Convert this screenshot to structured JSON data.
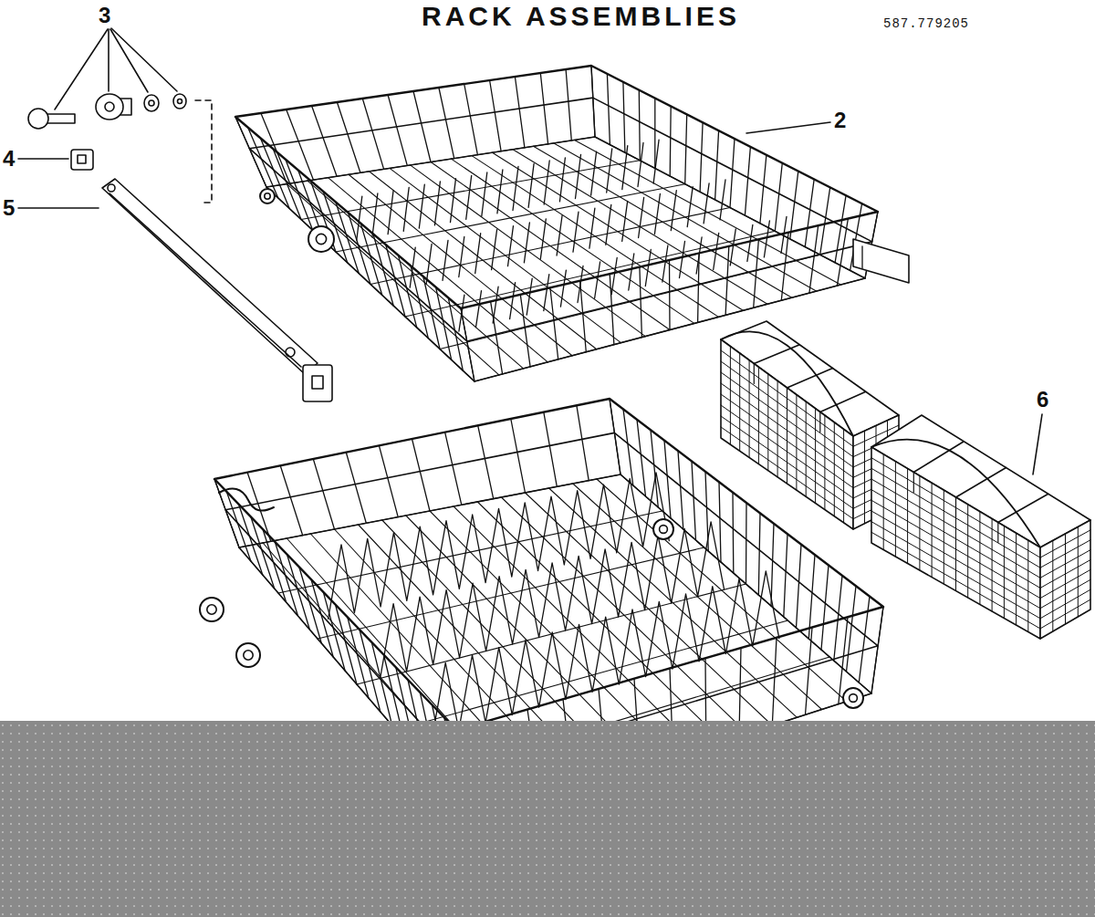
{
  "diagram": {
    "title": "RACK ASSEMBLIES",
    "labels": [
      "3",
      "587.779205",
      "4",
      "5",
      "2",
      "6"
    ]
  }
}
